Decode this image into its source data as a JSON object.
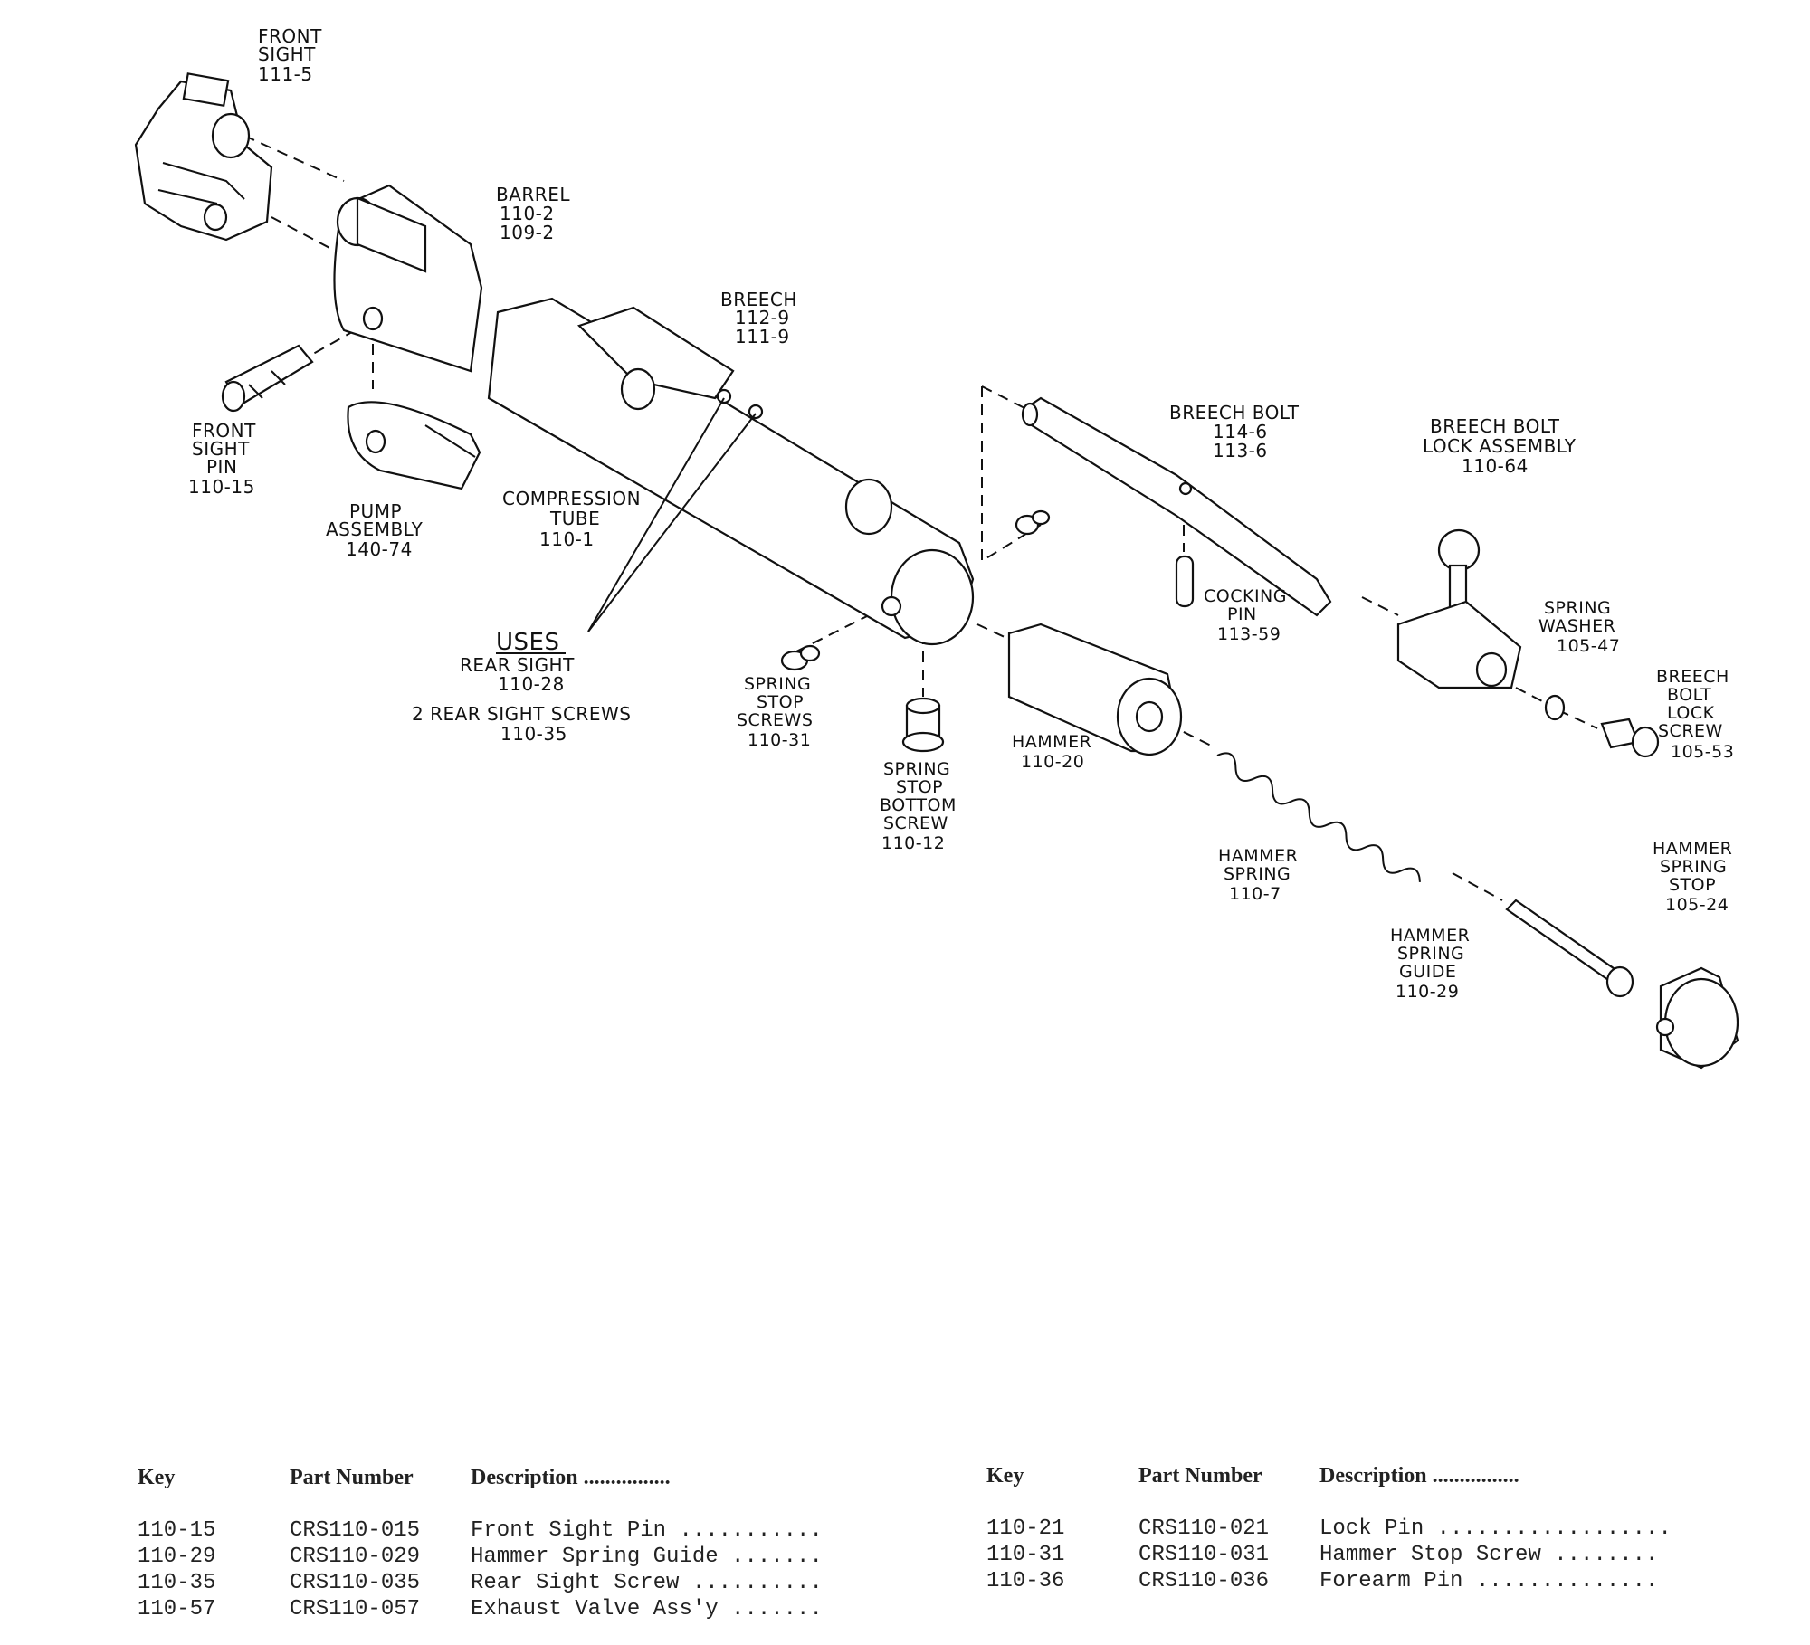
{
  "labels": {
    "front_sight": [
      "FRONT",
      "SIGHT",
      "111-5"
    ],
    "barrel": [
      "BARREL",
      "110-2",
      "109-2"
    ],
    "breech": [
      "BREECH",
      "112-9",
      "111-9"
    ],
    "front_sight_pin": [
      "FRONT",
      "SIGHT",
      "PIN",
      "110-15"
    ],
    "pump_assembly": [
      "PUMP",
      "ASSEMBLY",
      "140-74"
    ],
    "compression_tube": [
      "COMPRESSION",
      "TUBE",
      "110-1"
    ],
    "uses": {
      "title": "USES",
      "rear_sight": [
        "REAR SIGHT",
        "110-28"
      ],
      "screws": [
        "2 REAR SIGHT SCREWS",
        "110-35"
      ]
    },
    "spring_stop_screws": [
      "SPRING",
      "STOP",
      "SCREWS",
      "110-31"
    ],
    "spring_stop_bottom_screw": [
      "SPRING",
      "STOP",
      "BOTTOM",
      "SCREW",
      "110-12"
    ],
    "breech_bolt": [
      "BREECH BOLT",
      "114-6",
      "113-6"
    ],
    "breech_bolt_lock_assembly": [
      "BREECH BOLT",
      "LOCK ASSEMBLY",
      "110-64"
    ],
    "cocking_pin": [
      "COCKING",
      "PIN",
      "113-59"
    ],
    "spring_washer": [
      "SPRING",
      "WASHER",
      "105-47"
    ],
    "breech_bolt_lock_screw": [
      "BREECH",
      "BOLT",
      "LOCK",
      "SCREW",
      "105-53"
    ],
    "hammer": [
      "HAMMER",
      "110-20"
    ],
    "hammer_spring": [
      "HAMMER",
      "SPRING",
      "110-7"
    ],
    "hammer_spring_stop": [
      "HAMMER",
      "SPRING",
      "STOP",
      "105-24"
    ],
    "hammer_spring_guide": [
      "HAMMER",
      "SPRING",
      "GUIDE",
      "110-29"
    ]
  },
  "table": {
    "headers": {
      "key": "Key",
      "part_number": "Part Number",
      "description": "Description ................"
    },
    "left": [
      {
        "key": "110-15",
        "part": "CRS110-015",
        "desc": "Front Sight Pin ..........."
      },
      {
        "key": "110-29",
        "part": "CRS110-029",
        "desc": "Hammer Spring Guide ......."
      },
      {
        "key": "110-35",
        "part": "CRS110-035",
        "desc": "Rear Sight Screw .........."
      },
      {
        "key": "110-57",
        "part": "CRS110-057",
        "desc": "Exhaust Valve Ass'y ......."
      }
    ],
    "right": [
      {
        "key": "110-21",
        "part": "CRS110-021",
        "desc": "Lock Pin .................."
      },
      {
        "key": "110-31",
        "part": "CRS110-031",
        "desc": "Hammer Stop Screw ........"
      },
      {
        "key": "110-36",
        "part": "CRS110-036",
        "desc": "Forearm Pin .............."
      }
    ]
  }
}
